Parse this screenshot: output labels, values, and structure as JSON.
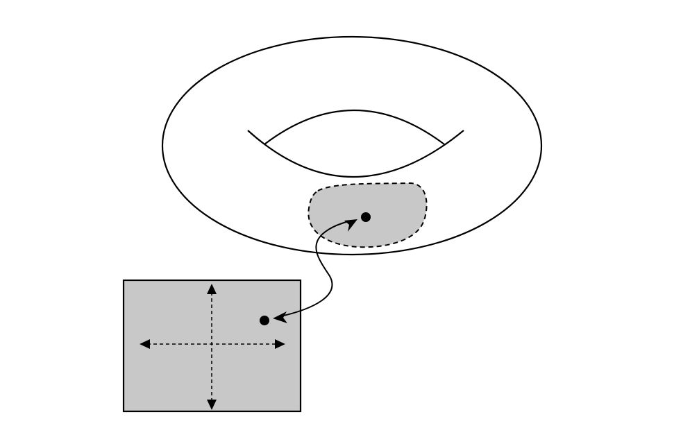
{
  "colors": {
    "background": "#ffffff",
    "stroke": "#000000",
    "patch_fill": "#c8c8c8",
    "chart_fill": "#c8c8c8"
  },
  "elements": {
    "torus": "torus-surface",
    "patch": "dashed-neighborhood-patch",
    "point_on_surface": "surface-point",
    "chart": "coordinate-chart-rectangle",
    "point_in_chart": "chart-point",
    "axes": "chart-axes-arrows",
    "map_arrow": "chart-map-arrow"
  }
}
